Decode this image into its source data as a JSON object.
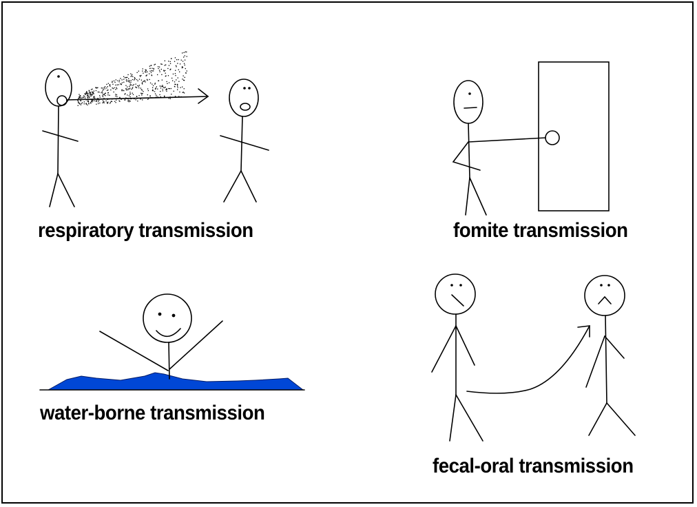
{
  "panels": {
    "respiratory": {
      "label": "respiratory transmission"
    },
    "fomite": {
      "label": "fomite transmission"
    },
    "waterborne": {
      "label": "water-borne transmission"
    },
    "fecal_oral": {
      "label": "fecal-oral transmission"
    }
  },
  "colors": {
    "ink": "#000000",
    "water": "#0047d6",
    "background": "#ffffff"
  }
}
